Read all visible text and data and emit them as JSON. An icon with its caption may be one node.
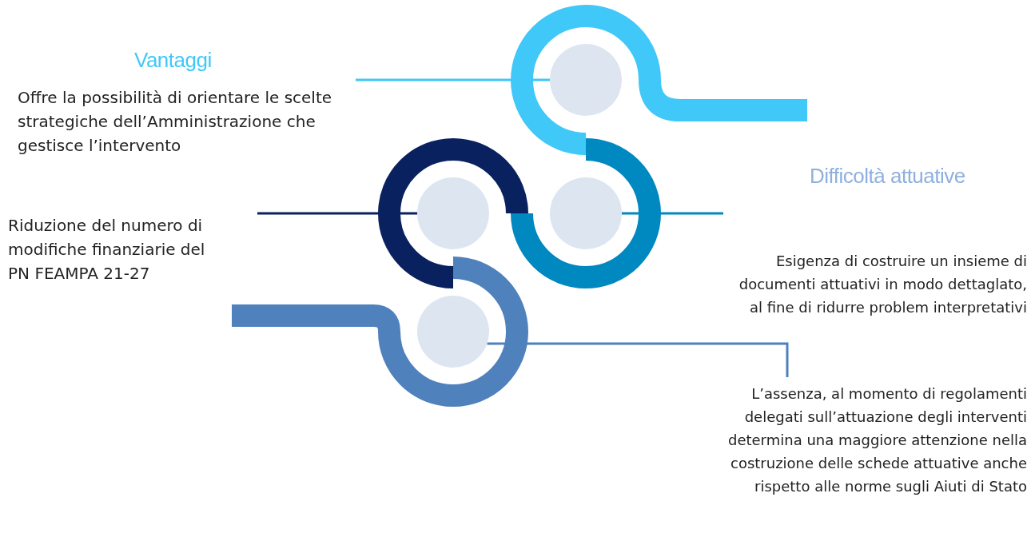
{
  "diagram": {
    "nodes": [
      {
        "text": [],
        "shape": "circle"
      },
      {
        "text": [],
        "shape": "circle"
      },
      {
        "text": [],
        "shape": "circle"
      },
      {
        "text": [],
        "shape": "circle"
      },
      {
        "text": [
          "Vantaggi",
          "Offre la possibilità di orientare le scelte strategiche dell’Amministrazione che gestisce l’intervento"
        ]
      },
      {
        "text": [
          "Riduzione del numero di modifiche finanziarie del PN FEAMPA 21-27"
        ]
      },
      {
        "text": [
          "Difficoltà attuative",
          "Esigenza di costruire un insieme di documenti attuativi in modo dettaglato, al fine di ridurre problem interpretativi"
        ]
      },
      {
        "text": [
          "L’assenza, al momento di regolamenti delegati sull’attuazione degli interventi determina una maggiore attenzione nella costruzione delle schede attuative anche rispetto alle norme sugli Aiuti di Stato"
        ]
      }
    ],
    "edges": [
      {
        "from": 0,
        "to": 4,
        "arrow": "none",
        "color": "#40c8f8"
      },
      {
        "from": 1,
        "to": 5,
        "arrow": "none",
        "color": "#0a2160"
      },
      {
        "from": 2,
        "to": 6,
        "arrow": "none",
        "color": "#0088c0"
      },
      {
        "from": 3,
        "to": 7,
        "arrow": "none",
        "color": "#4f81bd"
      }
    ]
  }
}
